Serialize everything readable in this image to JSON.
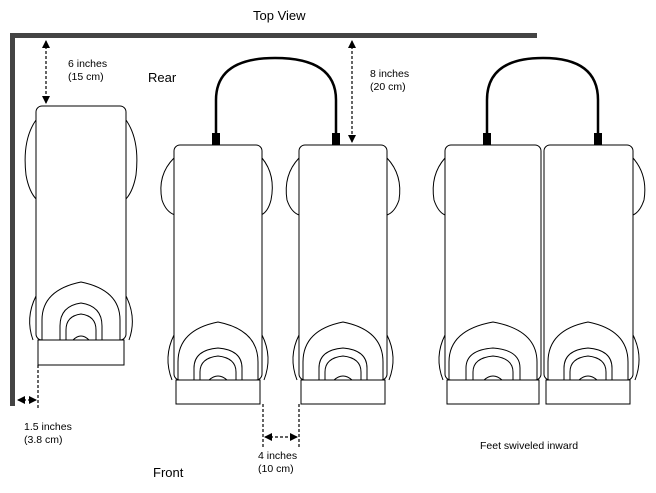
{
  "title": "Top View",
  "labels": {
    "rear": "Rear",
    "front": "Front",
    "feet_swiveled": "Feet swiveled inward"
  },
  "dimensions": {
    "wall_clearance_rear": {
      "imperial": "6 inches",
      "metric": "(15 cm)"
    },
    "wall_clearance_side": {
      "imperial": "1.5 inches",
      "metric": "(3.8 cm)"
    },
    "cable_clearance_rear": {
      "imperial": "8 inches",
      "metric": "(20 cm)"
    },
    "spacing_between_units": {
      "imperial": "4 inches",
      "metric": "(10 cm)"
    }
  }
}
